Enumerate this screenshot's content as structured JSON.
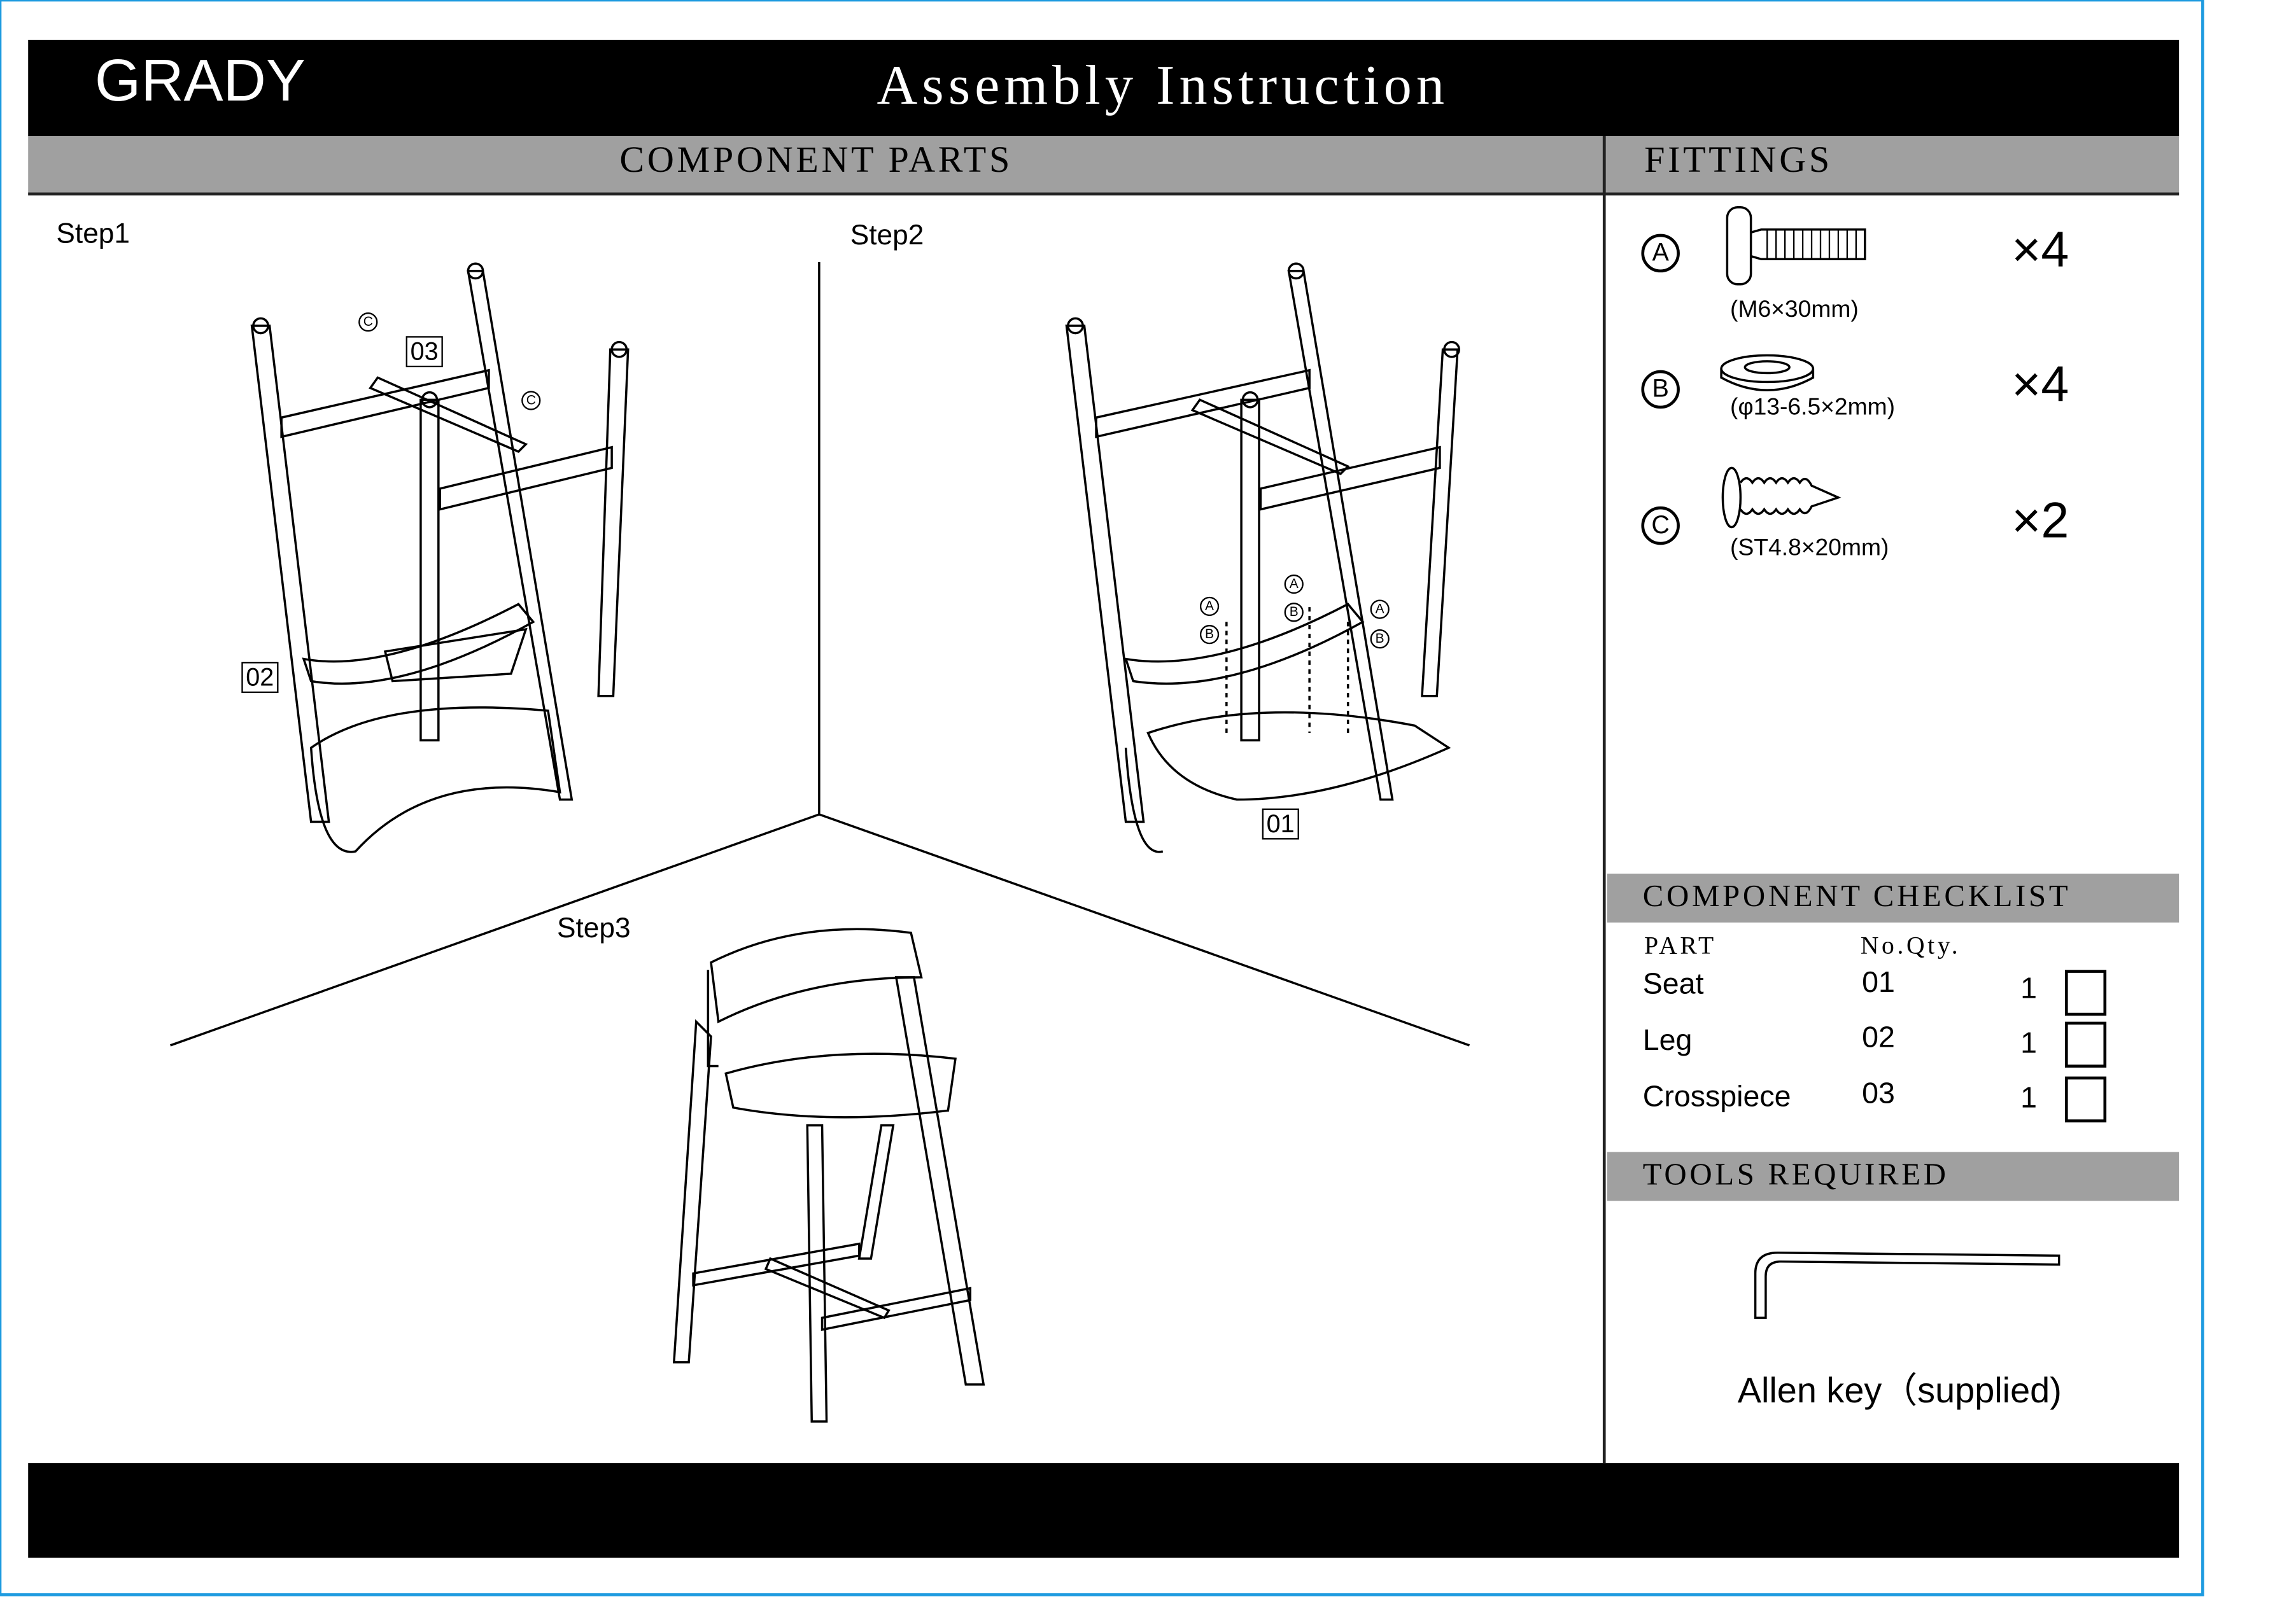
{
  "header": {
    "brand": "GRADY",
    "title": "Assembly Instruction"
  },
  "sections": {
    "component_parts": "COMPONENT PARTS",
    "fittings": "FITTINGS",
    "checklist": "COMPONENT CHECKLIST",
    "tools": "TOOLS REQUIRED"
  },
  "steps": [
    "Step1",
    "Step2",
    "Step3"
  ],
  "diagram_labels": {
    "crosspiece": "03",
    "leg": "02",
    "seat": "01",
    "screw": "C",
    "bolt": "A",
    "washer": "B"
  },
  "fittings": [
    {
      "letter": "A",
      "icon": "bolt-icon",
      "desc": "(M6×30mm)",
      "qty": "×4"
    },
    {
      "letter": "B",
      "icon": "washer-icon",
      "desc": "(φ13-6.5×2mm)",
      "qty": "×4"
    },
    {
      "letter": "C",
      "icon": "screw-icon",
      "desc": "(ST4.8×20mm)",
      "qty": "×2"
    }
  ],
  "checklist": {
    "headers": {
      "part": "PART",
      "no_qty": "No.Qty."
    },
    "rows": [
      {
        "part": "Seat",
        "no": "01",
        "qty": "1"
      },
      {
        "part": "Leg",
        "no": "02",
        "qty": "1"
      },
      {
        "part": "Crosspiece",
        "no": "03",
        "qty": "1"
      }
    ]
  },
  "tools": {
    "label": "Allen key（supplied)"
  }
}
